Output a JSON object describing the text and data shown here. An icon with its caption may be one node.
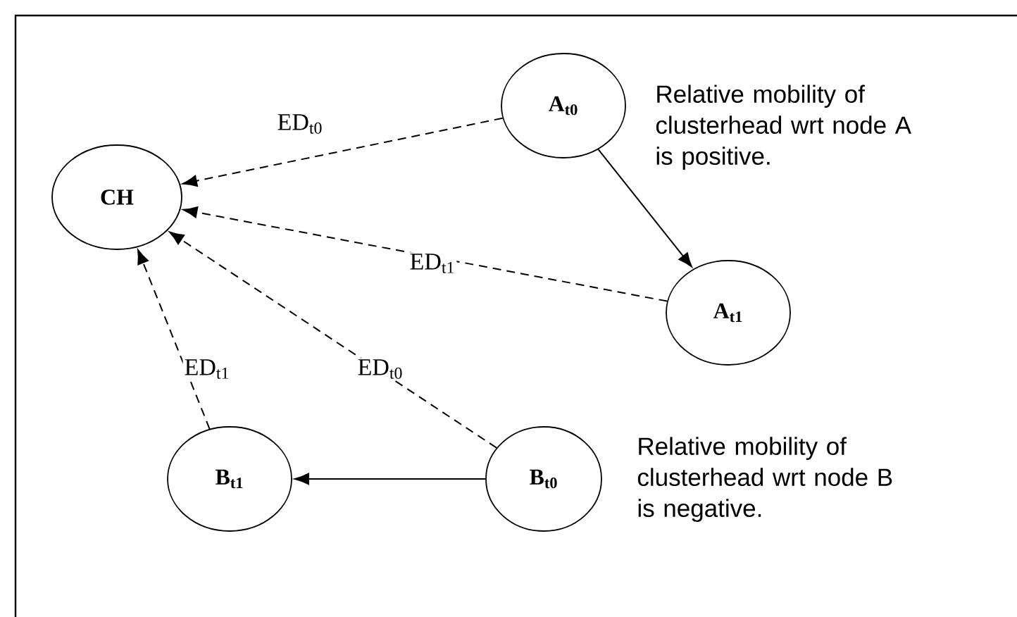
{
  "diagram": {
    "nodes": [
      {
        "text": [
          "A$_{t0}$"
        ]
      },
      {
        "text": [
          "CH"
        ]
      },
      {
        "text": [
          "A$_{t1}$"
        ]
      },
      {
        "text": [
          "B$_{t1}$"
        ]
      },
      {
        "text": [
          "B$_{t0}$"
        ]
      }
    ],
    "edges": [
      {
        "from": 0,
        "to": 1,
        "arrow": "to",
        "style": "dashed",
        "label": "ED$_{t0}$"
      },
      {
        "from": 0,
        "to": 2,
        "arrow": "to"
      },
      {
        "from": 2,
        "to": 1,
        "arrow": "to",
        "style": "dashed",
        "label": "ED$_{t1}$"
      },
      {
        "from": 3,
        "to": 1,
        "arrow": "to",
        "style": "dashed",
        "label": "ED$_{t1}$"
      },
      {
        "from": 4,
        "to": 1,
        "arrow": "to",
        "style": "dashed",
        "label": "ED$_{t0}$"
      },
      {
        "from": 4,
        "to": 3,
        "arrow": "to"
      }
    ],
    "labels": [
      "Relative mobility of clusterhead wrt node A is positive.",
      "Relative mobility of clusterhead wrt node B is negative."
    ]
  }
}
